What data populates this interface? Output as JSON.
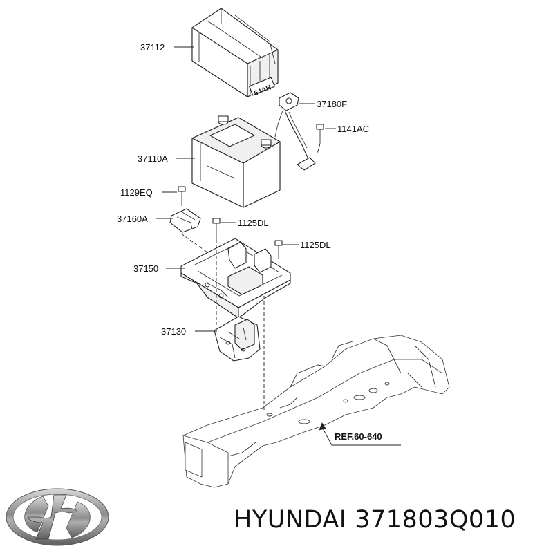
{
  "labels": {
    "cover": "37112",
    "battery": "37110A",
    "sensor": "37180F",
    "bolt_sensor": "1141AC",
    "bolt_clamp": "1129EQ",
    "clamp": "37160A",
    "bolt_tray_left": "1125DL",
    "bolt_tray_right": "1125DL",
    "tray": "37150",
    "bracket": "37130",
    "reference": "REF.60-640"
  },
  "stamp": "64AH",
  "caption": {
    "brand": "HYUNDAI",
    "part_number": "371803Q010"
  },
  "logo_brand": "hyundai-logo-icon"
}
